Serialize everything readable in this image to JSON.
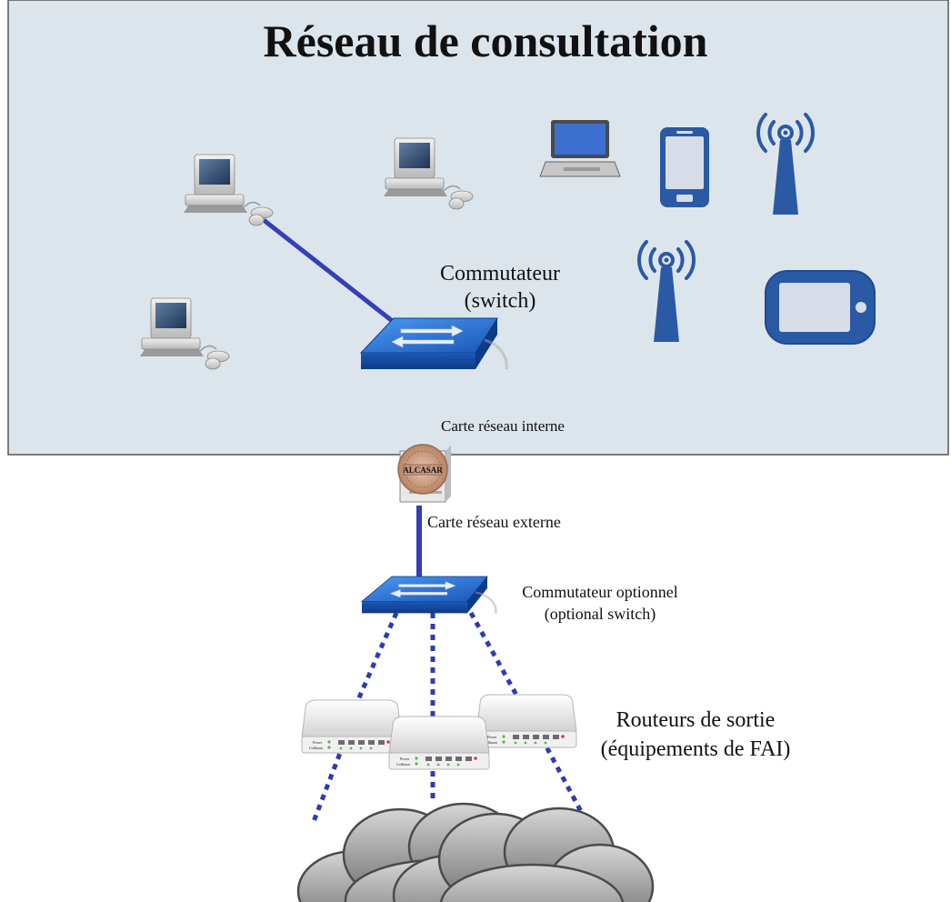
{
  "diagram": {
    "title": "Réseau de consultation",
    "labels": {
      "switch_main": [
        "Commutateur",
        "(switch)"
      ],
      "internal_nic": "Carte réseau interne",
      "external_nic": "Carte réseau externe",
      "switch_optional": [
        "Commutateur optionnel",
        "(optional switch)"
      ],
      "routers": [
        "Routeurs de sortie",
        "(équipements de FAI)"
      ]
    },
    "server_stamp": "ALCASAR",
    "router_leds": [
      "Power",
      "Collision"
    ]
  },
  "colors": {
    "zone_bg": "#dde5ec",
    "zone_border": "#555555",
    "link_solid": "#3340b8",
    "link_dotted": "#2d3cb0",
    "device_blue": "#2a5aa4",
    "switch_blue": "#2c6fd0"
  }
}
